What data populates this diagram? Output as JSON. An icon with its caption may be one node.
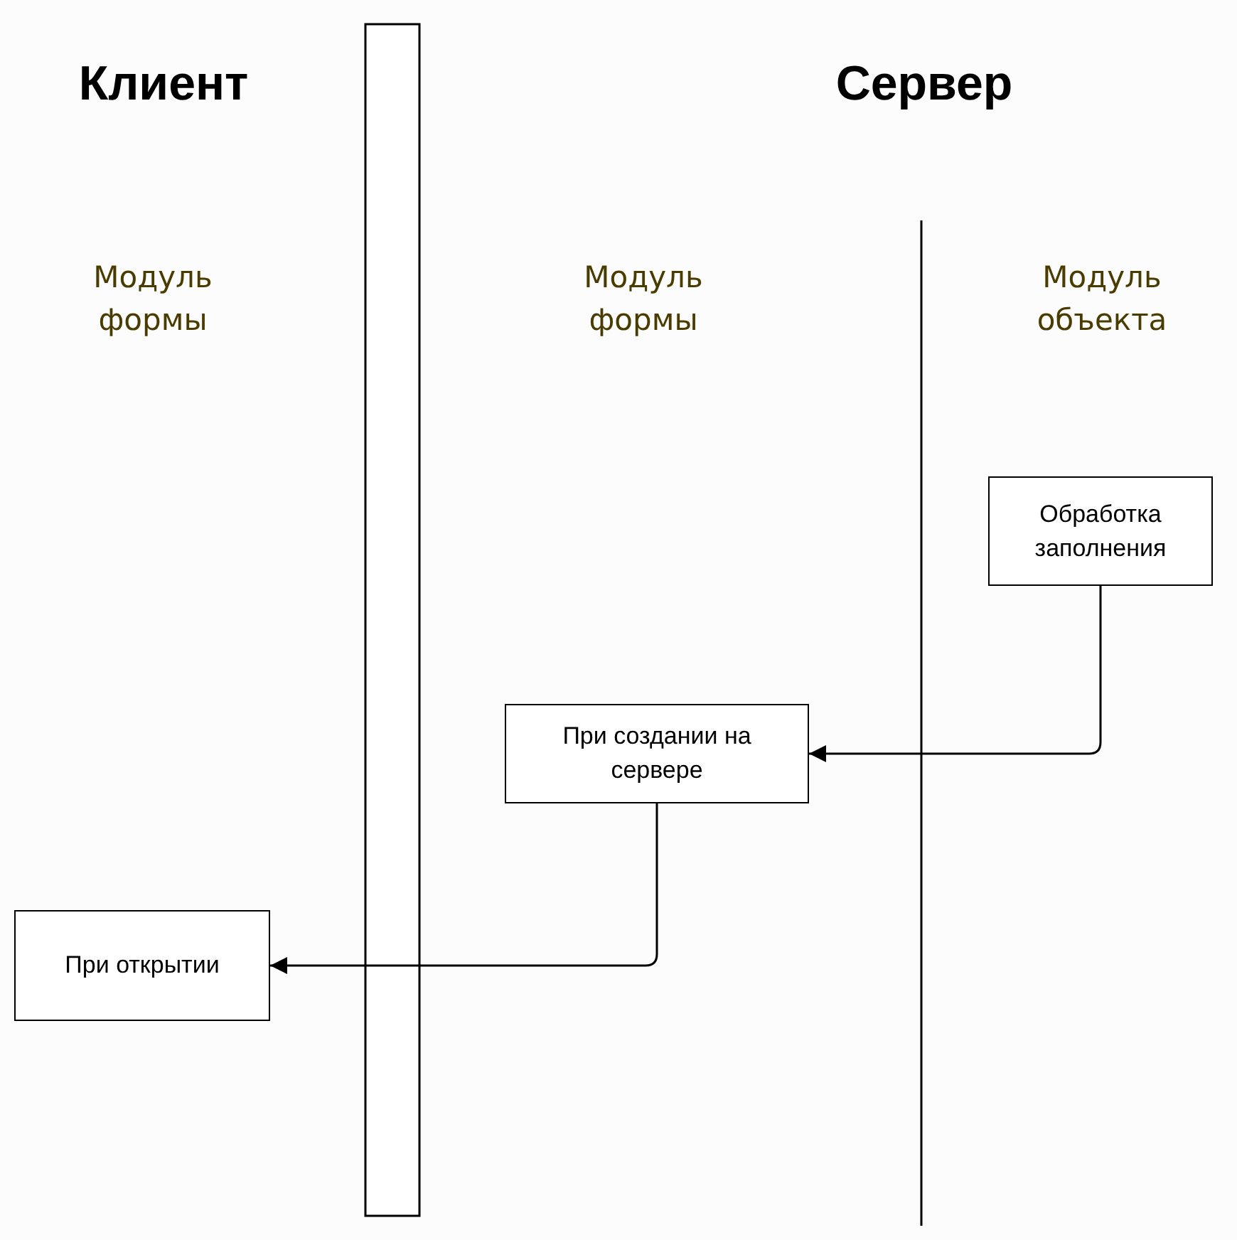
{
  "diagram": {
    "nodes": [
      {
        "text": [
          "Обработка заполнения"
        ]
      },
      {
        "text": [
          "При создании на сервере"
        ]
      },
      {
        "text": [
          "При открытии"
        ]
      }
    ],
    "edges": [
      {
        "from": 0,
        "to": 1,
        "arrow": "to"
      },
      {
        "from": 1,
        "to": 2,
        "arrow": "to"
      }
    ],
    "labels": [
      "Клиент",
      "Сервер",
      "Модуль формы",
      "Модуль формы",
      "Модуль объекта"
    ]
  }
}
